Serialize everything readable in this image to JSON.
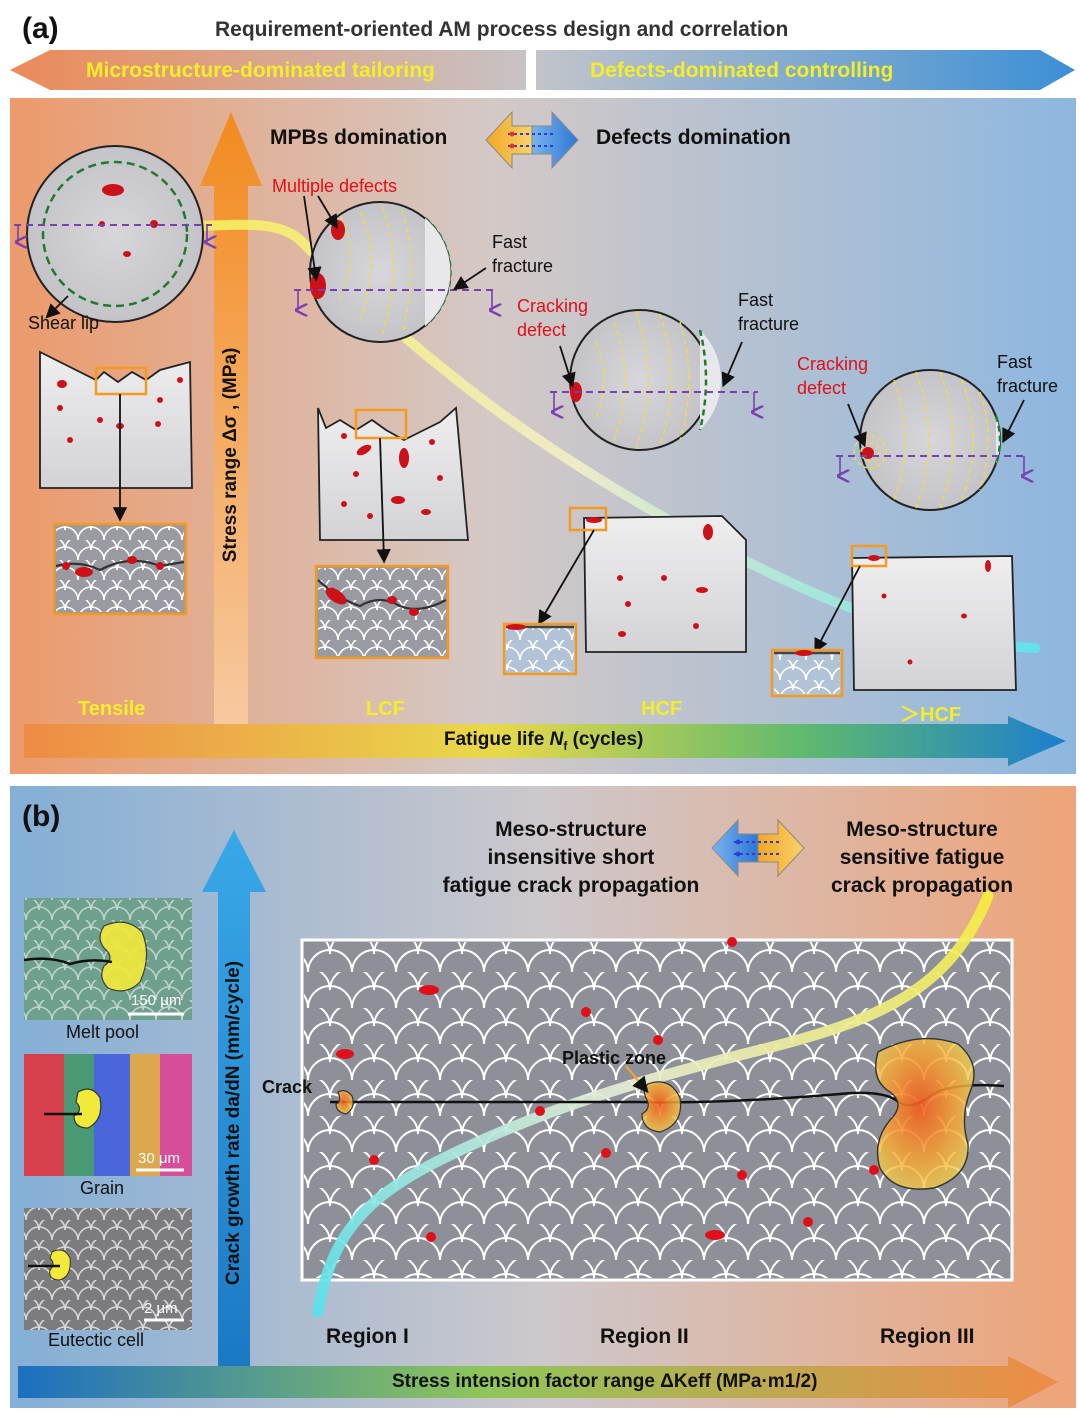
{
  "panel_a": {
    "letter": "(a)",
    "title": "Requirement-oriented AM process design and correlation",
    "banner_left": "Microstructure-dominated tailoring",
    "banner_right": "Defects-dominated controlling",
    "mpb": "MPBs domination",
    "defects_dom": "Defects domination",
    "multiple_defects": "Multiple defects",
    "fast_fracture_1": "Fast\nfracture",
    "shear_lip": "Shear lip",
    "cracking_defect_1": "Cracking\ndefect",
    "fast_fracture_2": "Fast\nfracture",
    "cracking_defect_2": "Cracking\ndefect",
    "fast_fracture_3": "Fast\nfracture",
    "y_axis": "Stress range Δσ , (MPa)",
    "x_axis_prefix": "Fatigue life ",
    "x_axis_var": "N",
    "x_axis_sub": "f",
    "x_axis_suffix": " (cycles)",
    "regimes": [
      "Tensile",
      "LCF",
      "HCF",
      "＞HCF"
    ]
  },
  "panel_b": {
    "letter": "(b)",
    "insensitive": [
      "Meso-structure",
      "insensitive short",
      "fatigue crack propagation"
    ],
    "sensitive": [
      "Meso-structure",
      "sensitive fatigue",
      "crack propagation"
    ],
    "y_axis": "Crack growth rate da/dN (mm/cycle)",
    "x_axis": "Stress intension factor range ΔKeff (MPa·m1/2)",
    "crack": "Crack",
    "plastic_zone": "Plastic zone",
    "regions": [
      "Region I",
      "Region II",
      "Region III"
    ],
    "micrographs": [
      {
        "caption": "Melt pool",
        "scale": "150 μm"
      },
      {
        "caption": "Grain",
        "scale": "30 μm"
      },
      {
        "caption": "Eutectic cell",
        "scale": "2 μm"
      }
    ]
  },
  "colors": {
    "banner_yellow": "#f4ee2a",
    "defect_red": "#d8141c",
    "orange_box": "#f59a1e",
    "axis_blue": "#1c8ccd"
  }
}
